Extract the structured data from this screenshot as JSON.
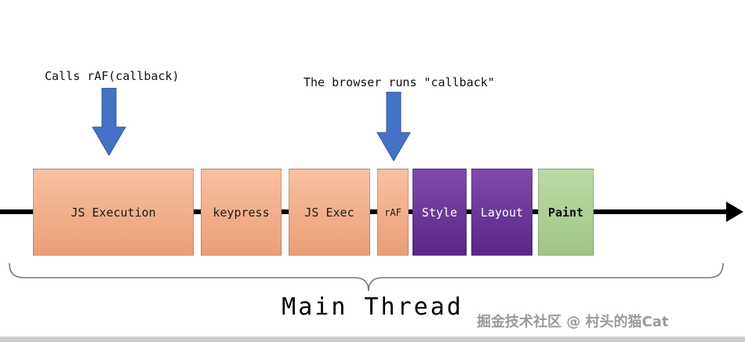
{
  "annotations": {
    "calls_raf": {
      "text": "Calls rAF(callback)"
    },
    "browser_runs": {
      "text": "The browser runs \"callback\""
    }
  },
  "timeline": {
    "blocks": [
      {
        "label": "JS Execution",
        "kind": "task"
      },
      {
        "label": "keypress",
        "kind": "task"
      },
      {
        "label": "JS Exec",
        "kind": "task"
      },
      {
        "label": "rAF",
        "kind": "task"
      },
      {
        "label": "Style",
        "kind": "render"
      },
      {
        "label": "Layout",
        "kind": "render"
      },
      {
        "label": "Paint",
        "kind": "paint"
      }
    ]
  },
  "brace": {
    "label": "Main Thread"
  },
  "watermark": {
    "text": "掘金技术社区 @ 村头的猫Cat"
  },
  "colors": {
    "task_block": "#F7A77E",
    "render_block": "#6C2DA0",
    "paint_block": "#A8D08D",
    "arrow_blue": "#4472C4",
    "timeline": "#000000"
  }
}
